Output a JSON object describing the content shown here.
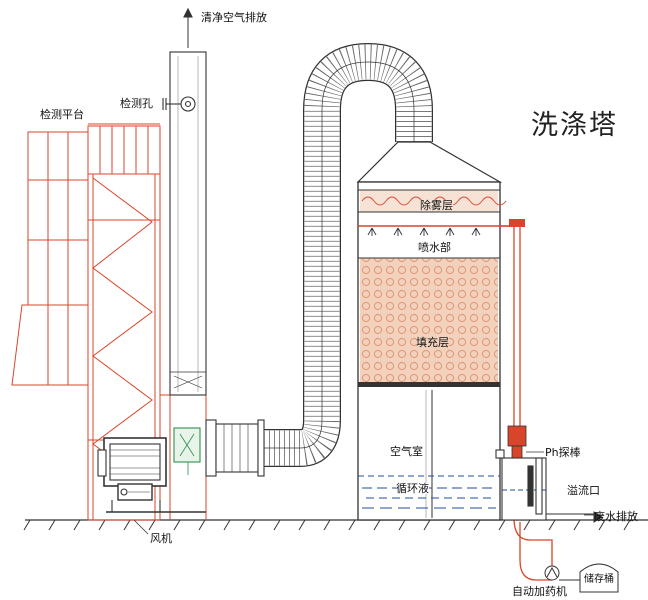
{
  "title": "洗涤塔",
  "labels": {
    "clean_air": "清净空气排放",
    "sampling_port": "检测孔",
    "platform": "检测平台",
    "demister": "除雾层",
    "spray": "喷水部",
    "packing": "填充层",
    "air_chamber": "空气室",
    "circulating_liquid": "循环液",
    "ph_probe": "Ph探棒",
    "overflow": "溢流口",
    "waste_water": "废水排放",
    "fan": "风机",
    "dosing": "自动加药机",
    "storage": "储存桶"
  },
  "colors": {
    "line": "#333333",
    "accent": "#d8452a",
    "packing": "#f2d2bd",
    "packing_ring": "#e39a7a",
    "liquid": "#1f4f9f"
  }
}
